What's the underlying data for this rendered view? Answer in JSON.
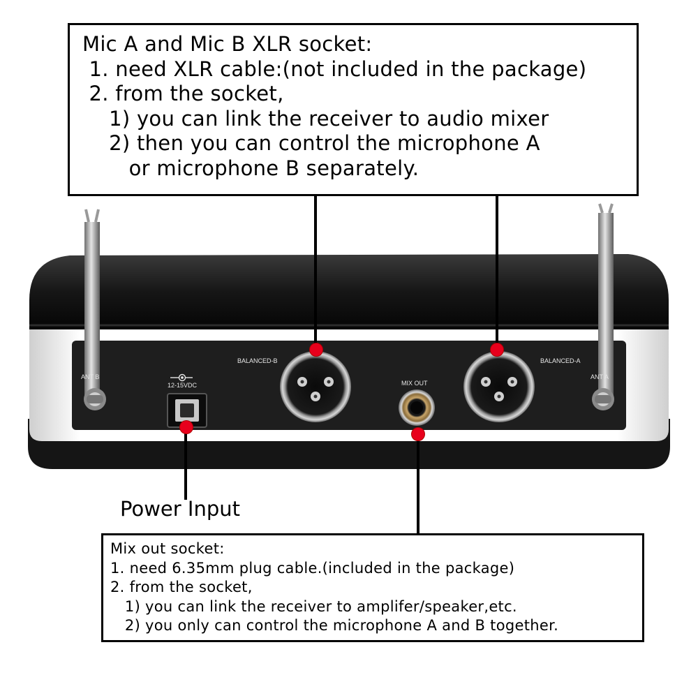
{
  "top_callout": {
    "lines": [
      "Mic A and Mic B XLR socket:",
      " 1. need XLR cable:(not included in the package)",
      " 2. from the socket,",
      "    1) you can link the receiver to audio mixer",
      "    2) then you can control the microphone A",
      "       or microphone B separately."
    ]
  },
  "power_label": "Power Input",
  "bottom_callout": {
    "lines": [
      "Mix out socket:",
      "1. need 6.35mm plug cable.(included in the package)",
      "2. from the socket,",
      "   1) you can link the receiver to amplifer/speaker,etc.",
      "   2) you only can control the microphone A and B together."
    ]
  },
  "device": {
    "power_rating": "12-15VDC",
    "socket_b_label": "BALANCED-B",
    "socket_a_label": "BALANCED-A",
    "mix_out_label": "MIX OUT",
    "antenna_b_label": "ANT B",
    "antenna_a_label": "ANT A"
  },
  "colors": {
    "marker": "#e8001c",
    "callout_border": "#000000",
    "panel": "#1e1e1e",
    "body": "#f2f2f2"
  }
}
